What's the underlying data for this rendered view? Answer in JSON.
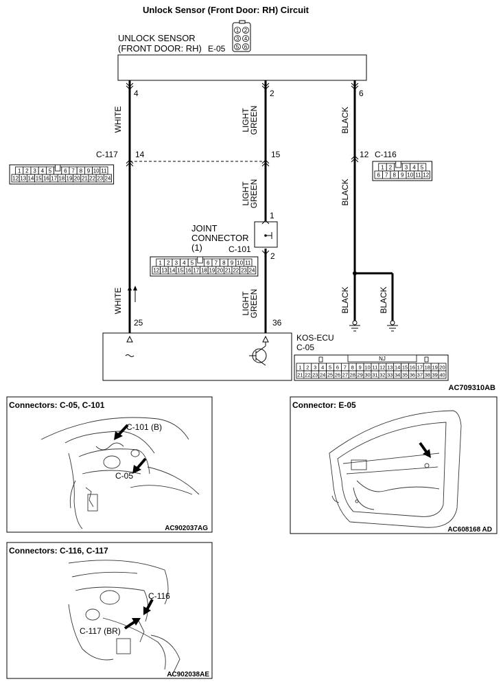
{
  "title": "Unlock Sensor (Front Door: RH) Circuit",
  "sensor": {
    "label1": "UNLOCK SENSOR",
    "label2": "(FRONT DOOR: RH)",
    "code": "E-05",
    "pins": [
      "1",
      "2",
      "3",
      "4",
      "5",
      "6"
    ]
  },
  "wires": {
    "white_upper": "WHITE",
    "white_lower": "WHITE",
    "lg_upper_1": "LIGHT",
    "lg_upper_2": "GREEN",
    "lg_mid_1": "LIGHT",
    "lg_mid_2": "GREEN",
    "lg_lower_1": "LIGHT",
    "lg_lower_2": "GREEN",
    "black_upper": "BLACK",
    "black_mid": "BLACK",
    "black_ground_1": "BLACK",
    "black_ground_2": "BLACK"
  },
  "pins": {
    "p4": "4",
    "p2": "2",
    "p6": "6",
    "p14": "14",
    "p15": "15",
    "p12": "12",
    "p1": "1",
    "p2b": "2",
    "p25": "25",
    "p36": "36"
  },
  "c117": {
    "code": "C-117",
    "row1": [
      "1",
      "2",
      "3",
      "4",
      "5",
      "",
      "6",
      "7",
      "8",
      "9",
      "10",
      "11"
    ],
    "row2": [
      "12",
      "13",
      "14",
      "15",
      "16",
      "17",
      "18",
      "19",
      "20",
      "21",
      "22",
      "23",
      "24"
    ]
  },
  "c116": {
    "code": "C-116",
    "row1": [
      "1",
      "2",
      "",
      "3",
      "4",
      "5"
    ],
    "row2": [
      "6",
      "7",
      "8",
      "9",
      "10",
      "11",
      "12"
    ]
  },
  "joint": {
    "line1": "JOINT",
    "line2": "CONNECTOR",
    "line3": "(1)",
    "code": "C-101",
    "row1": [
      "1",
      "2",
      "3",
      "4",
      "5",
      "",
      "6",
      "7",
      "8",
      "9",
      "10",
      "11"
    ],
    "row2": [
      "12",
      "13",
      "14",
      "15",
      "16",
      "17",
      "18",
      "19",
      "20",
      "21",
      "22",
      "23",
      "24"
    ]
  },
  "ecu": {
    "name": "KOS-ECU",
    "code": "C-05",
    "tag": "NJ",
    "row1": [
      "1",
      "2",
      "3",
      "4",
      "5",
      "6",
      "7",
      "8",
      "9",
      "10",
      "11",
      "12",
      "13",
      "14",
      "15",
      "16",
      "17",
      "18",
      "19",
      "20"
    ],
    "row2": [
      "21",
      "22",
      "23",
      "24",
      "25",
      "26",
      "27",
      "28",
      "29",
      "30",
      "31",
      "32",
      "33",
      "34",
      "35",
      "36",
      "37",
      "38",
      "39",
      "40"
    ]
  },
  "diagram_code": "AC709310AB",
  "panels": [
    {
      "title": "Connectors: C-05, C-101",
      "label1": "C-101 (B)",
      "label2": "C-05",
      "code": "AC902037AG"
    },
    {
      "title": "Connector: E-05",
      "code": "AC608168 AD"
    },
    {
      "title": "Connectors: C-116, C-117",
      "label1": "C-116",
      "label2": "C-117 (BR)",
      "code": "AC902038AE"
    }
  ]
}
